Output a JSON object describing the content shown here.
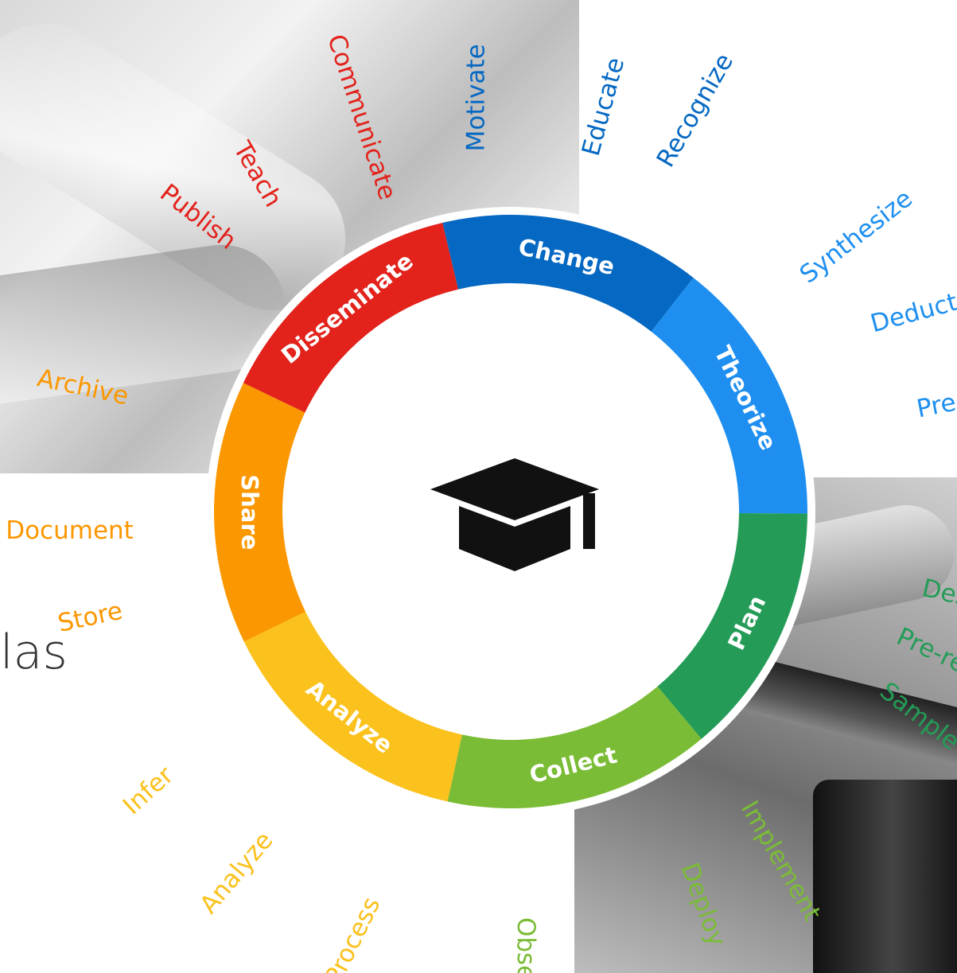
{
  "fragment_text": "las",
  "center_icon": "graduation-cap-icon",
  "colors": {
    "change": "#0568c2",
    "theorize": "#1e8ff0",
    "plan": "#249c57",
    "collect": "#7bbc36",
    "analyze": "#fbc11c",
    "share": "#fb9700",
    "disseminate": "#e2221b",
    "ring_outline": "#ffffff",
    "center": "#ffffff",
    "icon": "#111111"
  },
  "stages": [
    {
      "key": "change",
      "label": "Change",
      "words": [
        "Motivate",
        "Educate",
        "Recognize"
      ]
    },
    {
      "key": "theorize",
      "label": "Theorize",
      "words": [
        "Synthesize",
        "Deduct",
        "Predict"
      ]
    },
    {
      "key": "plan",
      "label": "Plan",
      "words": [
        "Design",
        "Pre-regist",
        "Sample"
      ]
    },
    {
      "key": "collect",
      "label": "Collect",
      "words": [
        "Implement",
        "Deploy",
        "Observe"
      ]
    },
    {
      "key": "analyze",
      "label": "Analyze",
      "words": [
        "Process",
        "Analyze",
        "Infer"
      ]
    },
    {
      "key": "share",
      "label": "Share",
      "words": [
        "Store",
        "Document",
        "Archive"
      ]
    },
    {
      "key": "disseminate",
      "label": "Disseminate",
      "words": [
        "Publish",
        "Teach",
        "Communicate"
      ]
    }
  ]
}
